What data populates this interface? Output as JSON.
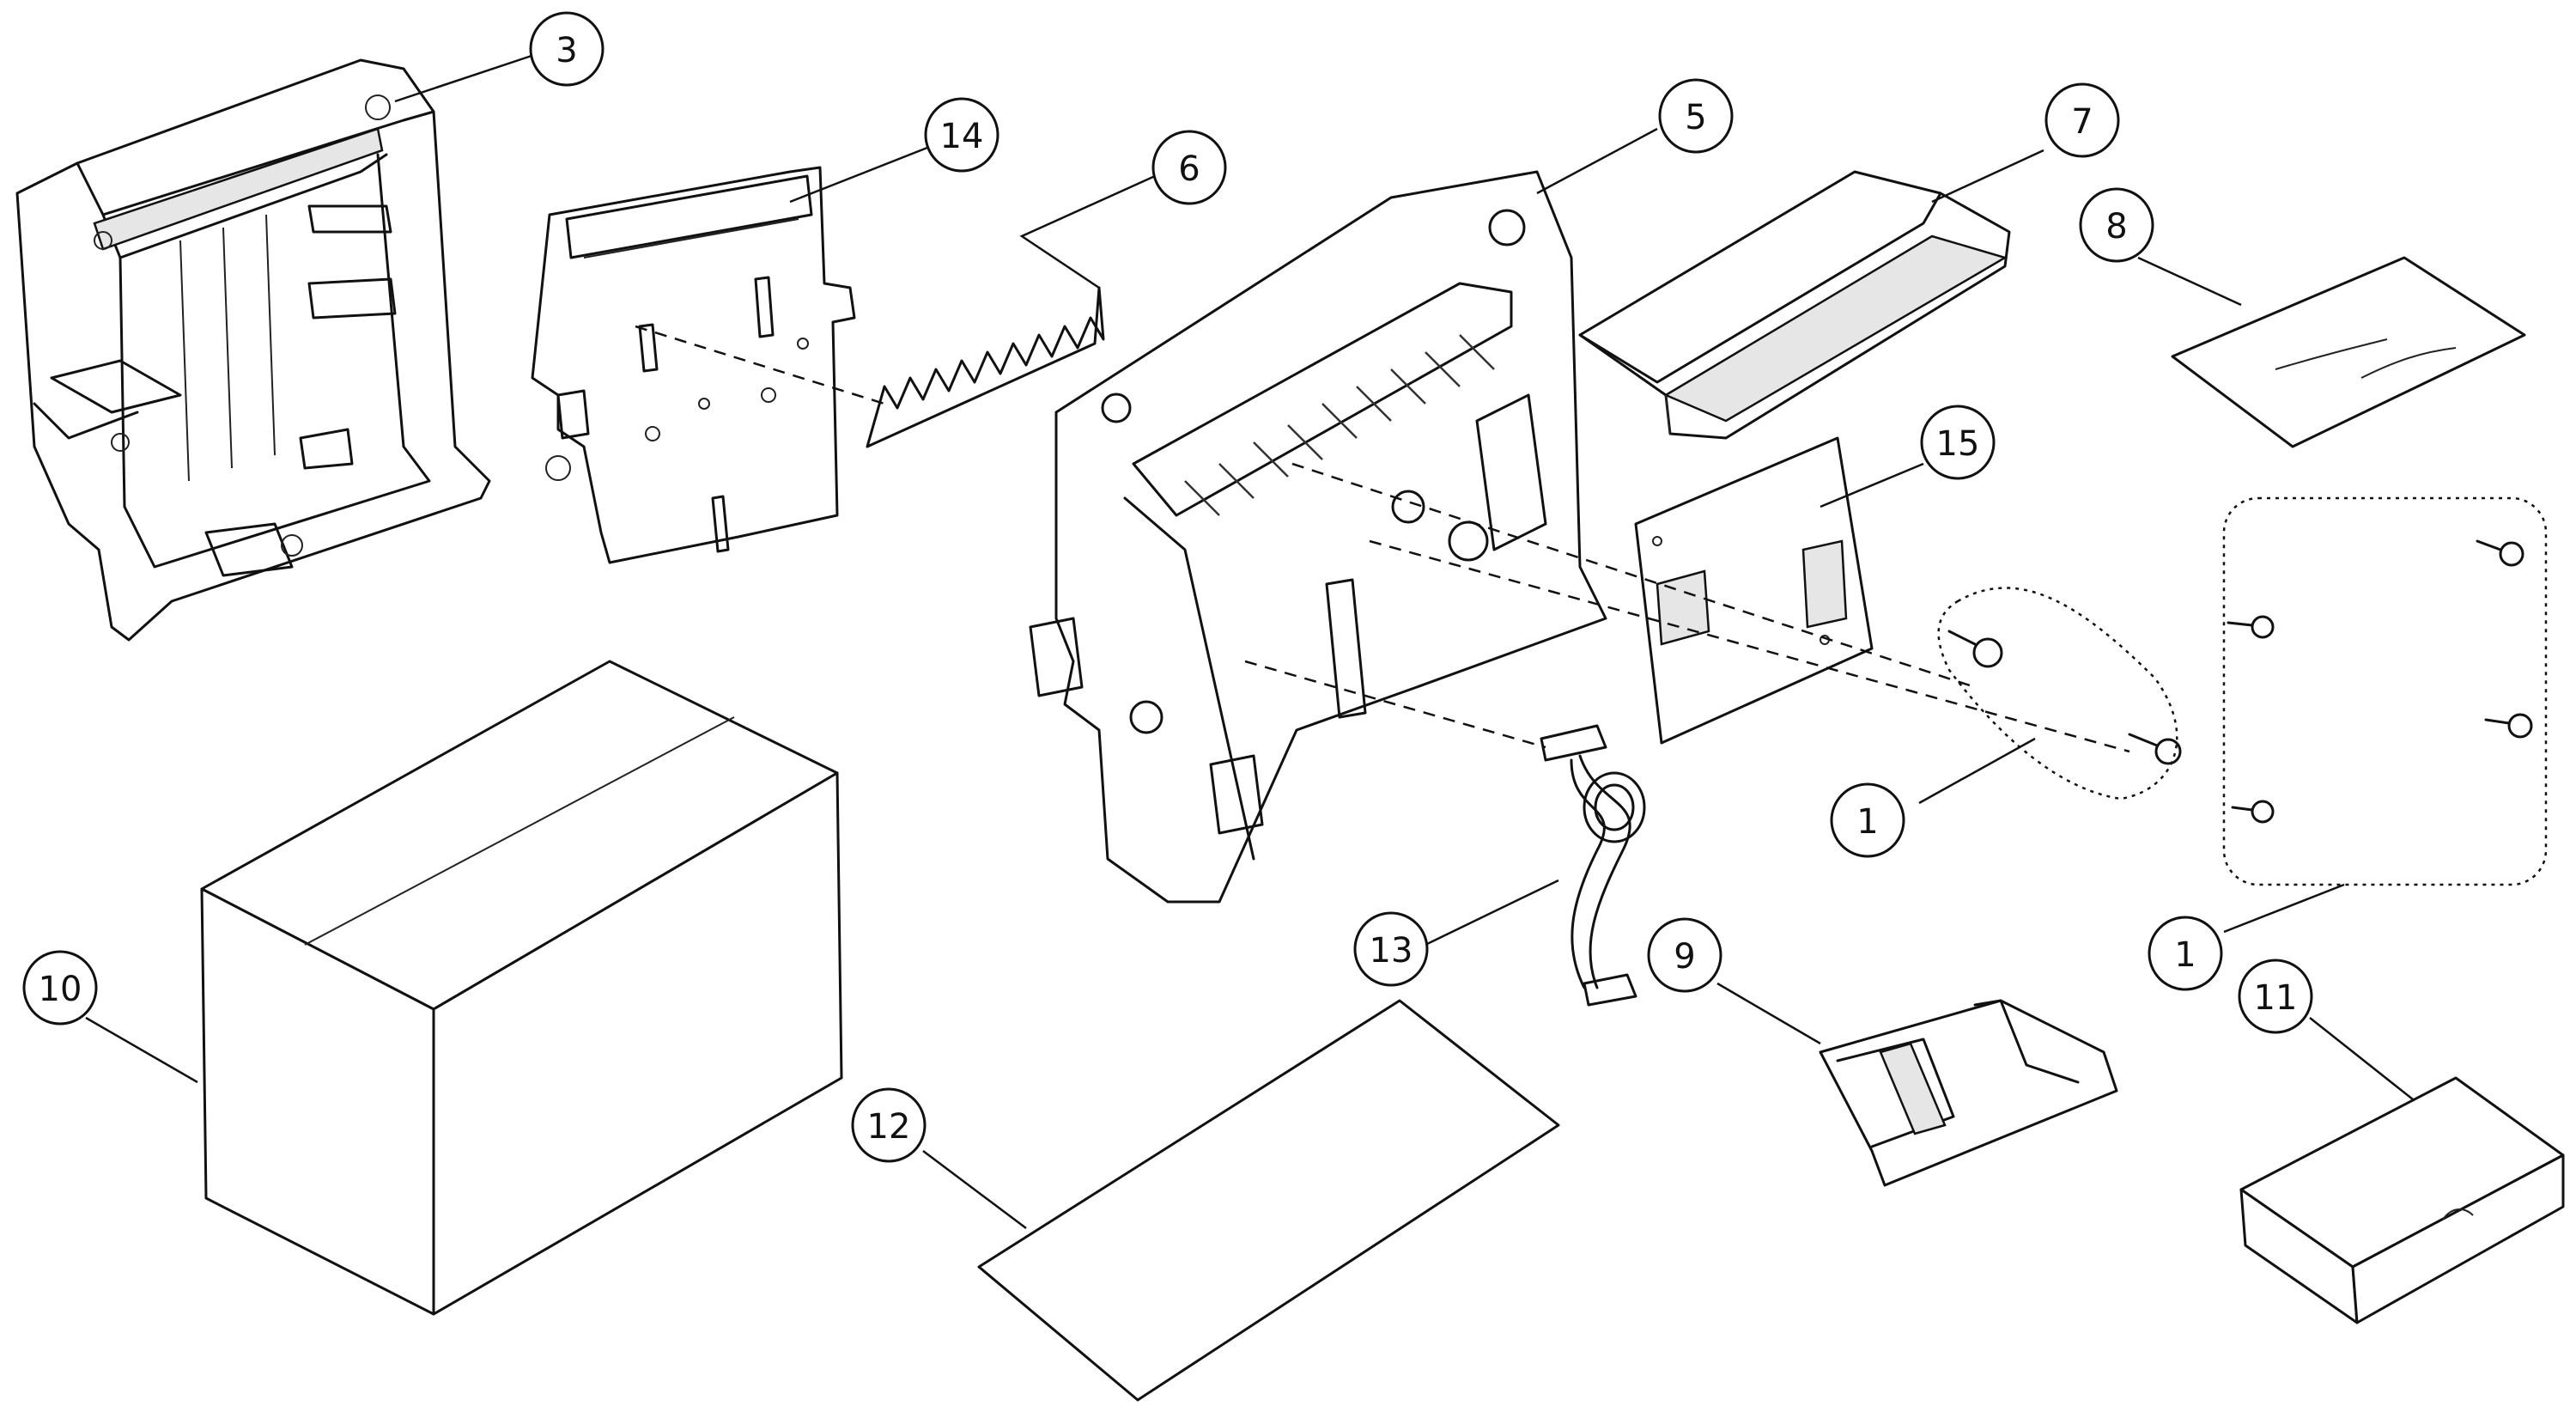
{
  "callouts": [
    {
      "id": "c3",
      "label": "3"
    },
    {
      "id": "c14",
      "label": "14"
    },
    {
      "id": "c6",
      "label": "6"
    },
    {
      "id": "c5",
      "label": "5"
    },
    {
      "id": "c7",
      "label": "7"
    },
    {
      "id": "c8",
      "label": "8"
    },
    {
      "id": "c15",
      "label": "15"
    },
    {
      "id": "c1a",
      "label": "1"
    },
    {
      "id": "c1b",
      "label": "1"
    },
    {
      "id": "c10",
      "label": "10"
    },
    {
      "id": "c13",
      "label": "13"
    },
    {
      "id": "c9",
      "label": "9"
    },
    {
      "id": "c11",
      "label": "11"
    },
    {
      "id": "c12",
      "label": "12"
    }
  ]
}
